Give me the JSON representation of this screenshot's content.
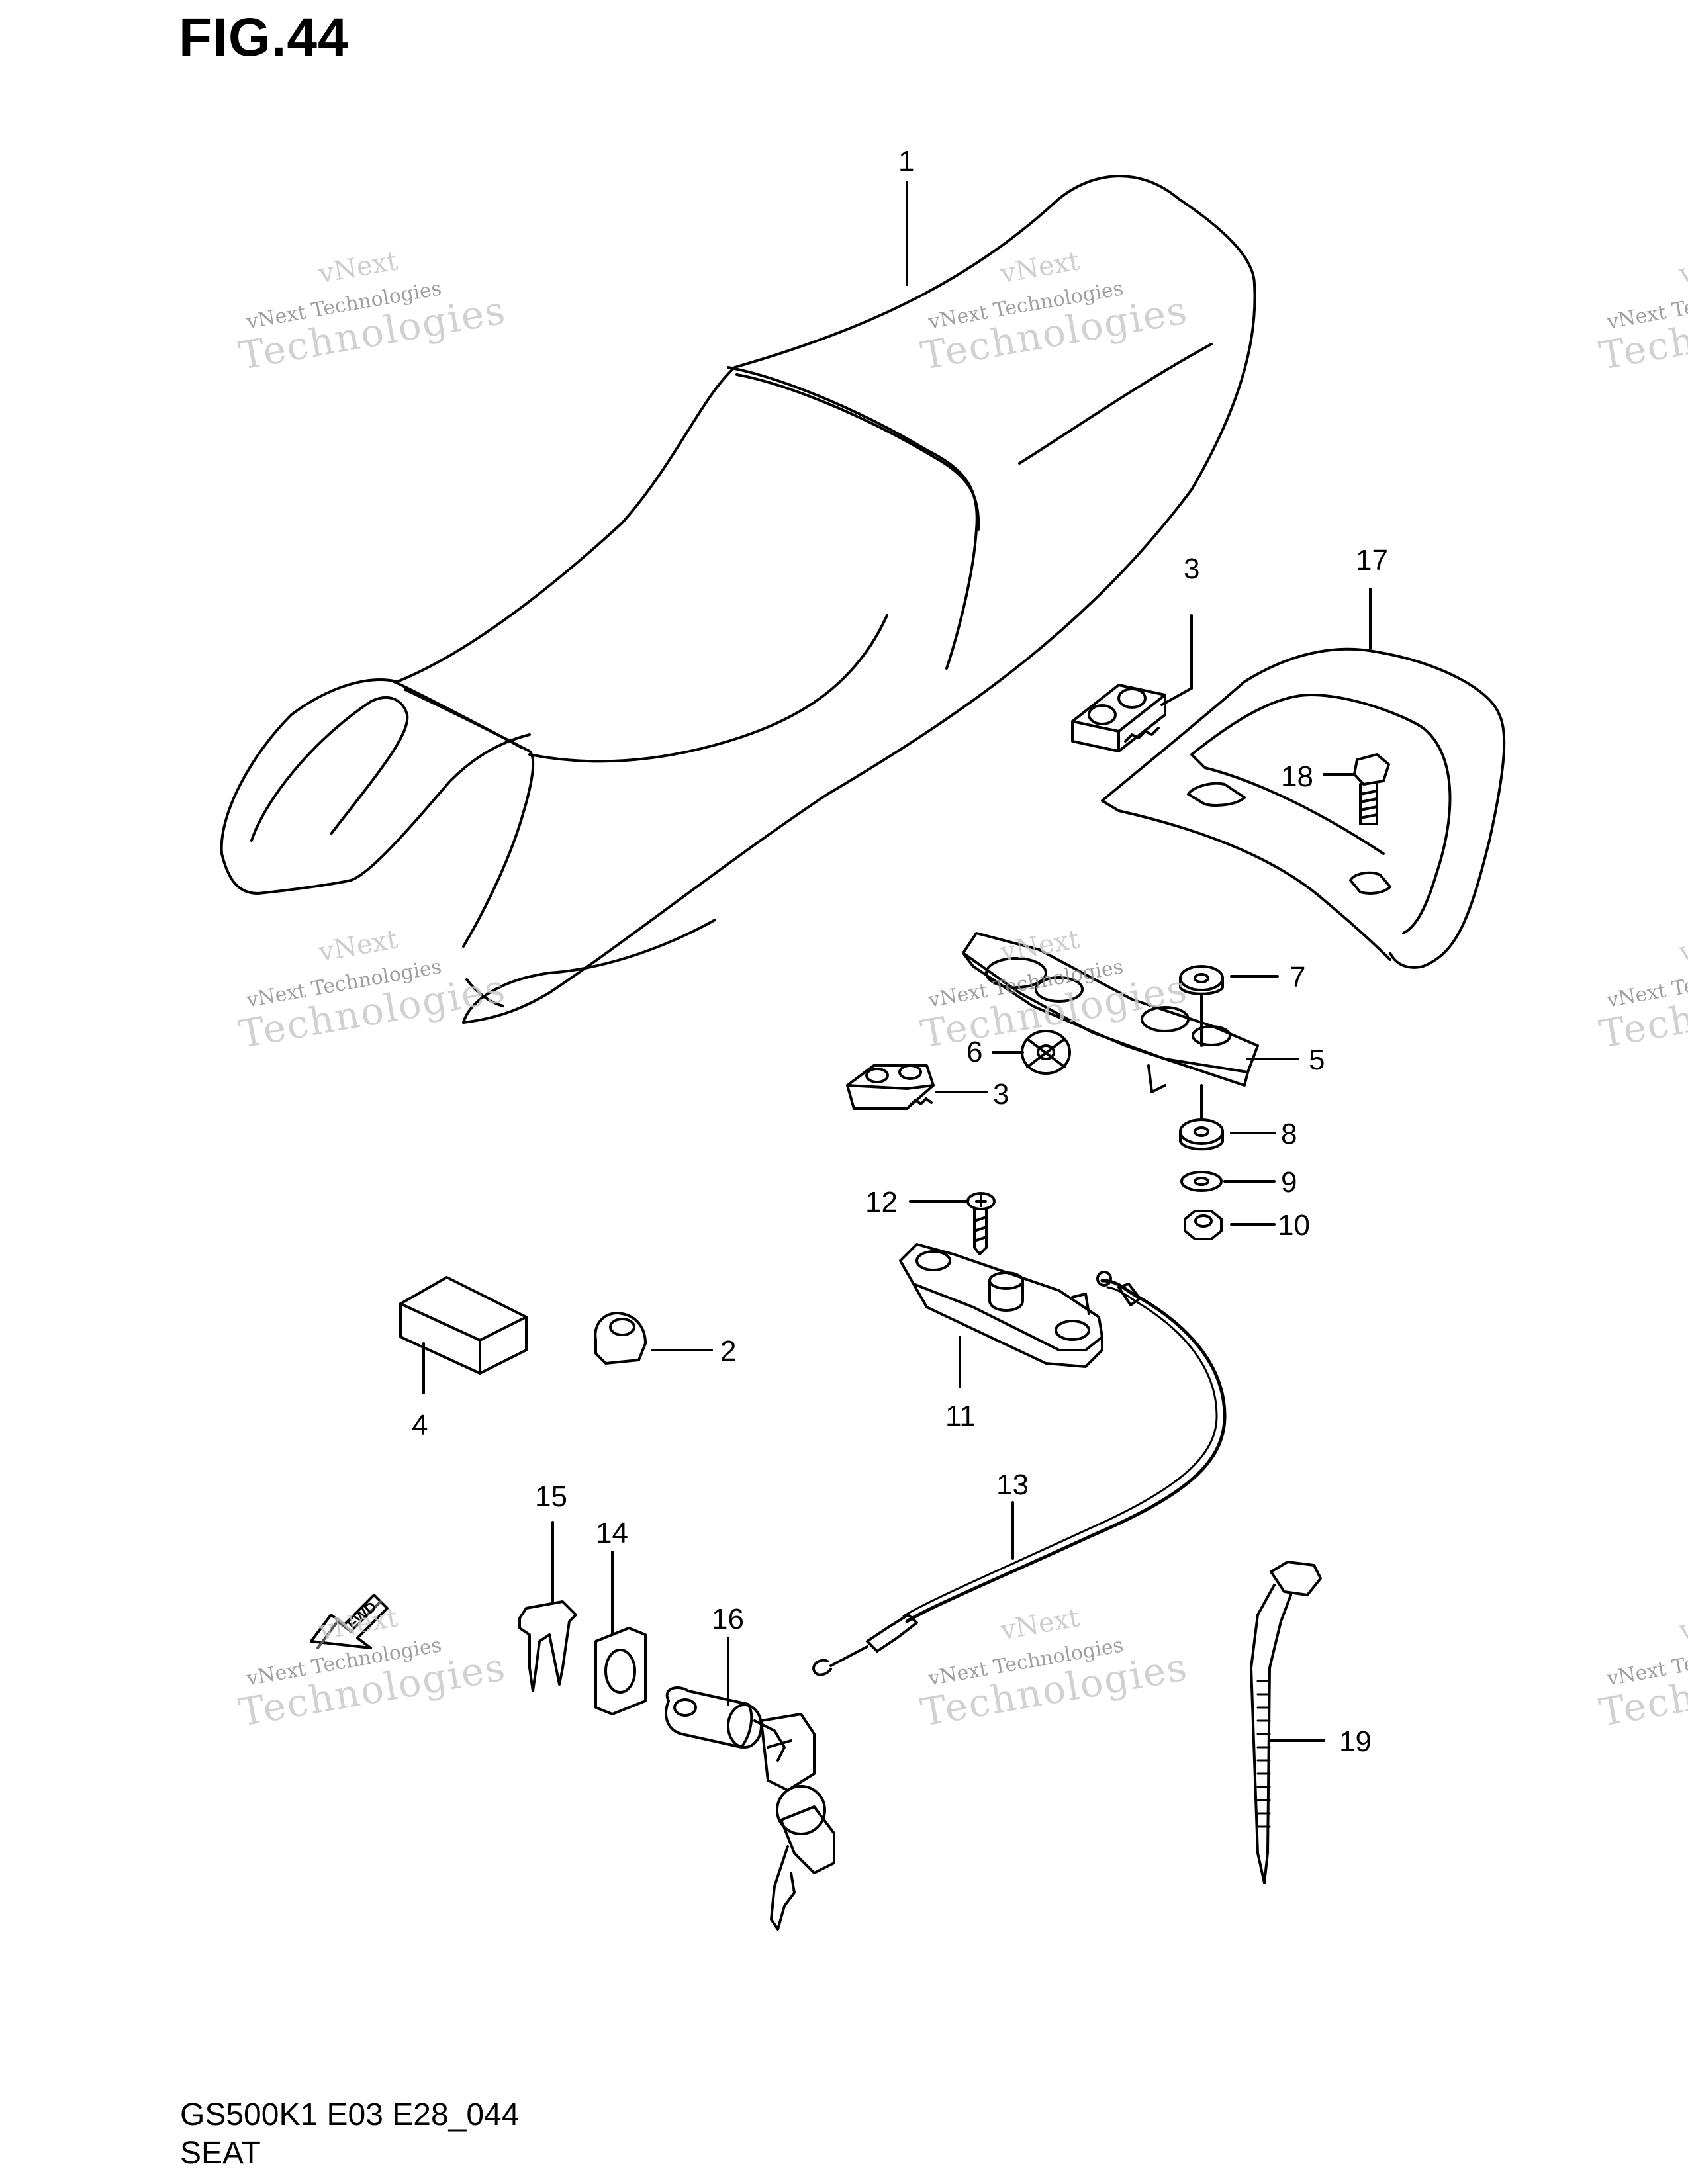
{
  "figure": {
    "title": "FIG.44",
    "code": "GS500K1 E03 E28_044",
    "name": "SEAT"
  },
  "callouts": [
    "1",
    "3",
    "17",
    "18",
    "7",
    "6",
    "5",
    "3",
    "8",
    "9",
    "10",
    "12",
    "2",
    "4",
    "11",
    "13",
    "15",
    "14",
    "16",
    "19"
  ],
  "fwd_arrow": {
    "text": "FWD"
  },
  "watermark": {
    "line1": "vNext",
    "line2": "vNext Technologies",
    "line3": "Technologies"
  }
}
